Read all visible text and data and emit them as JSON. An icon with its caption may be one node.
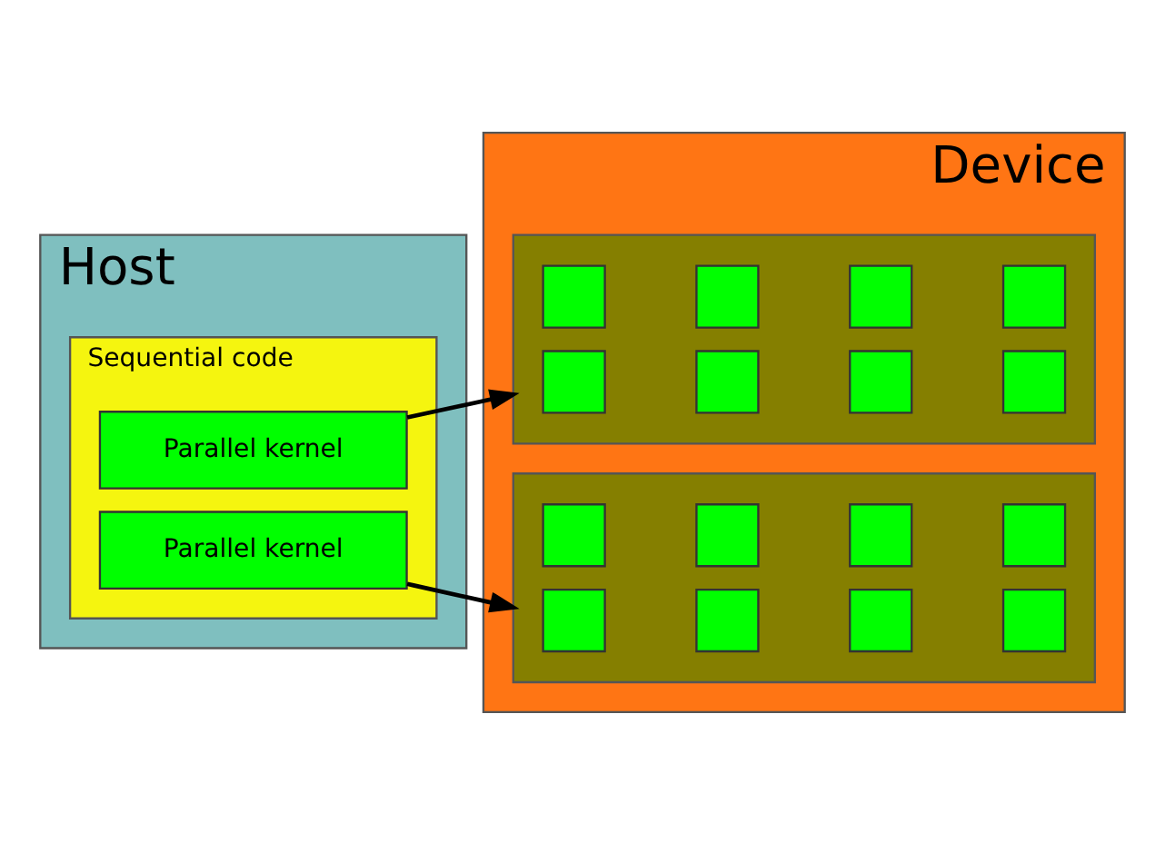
{
  "diagram": {
    "nodes": [
      {
        "text": [
          "Host"
        ]
      },
      {
        "text": [
          "Sequential code"
        ],
        "in": 0
      },
      {
        "text": [
          "Parallel kernel"
        ],
        "in": 1
      },
      {
        "text": [
          "Parallel kernel"
        ],
        "in": 1
      },
      {
        "text": [
          "Device"
        ]
      },
      {
        "text": [],
        "shape": "box",
        "in": 4
      },
      {
        "text": [],
        "shape": "box",
        "in": 5
      },
      {
        "text": [],
        "shape": "box",
        "in": 5
      },
      {
        "text": [],
        "shape": "box",
        "in": 5
      },
      {
        "text": [],
        "shape": "box",
        "in": 5
      },
      {
        "text": [],
        "shape": "box",
        "in": 5
      },
      {
        "text": [],
        "shape": "box",
        "in": 5
      },
      {
        "text": [],
        "shape": "box",
        "in": 5
      },
      {
        "text": [],
        "shape": "box",
        "in": 5
      },
      {
        "text": [],
        "shape": "box",
        "in": 4
      },
      {
        "text": [],
        "shape": "box",
        "in": 14
      },
      {
        "text": [],
        "shape": "box",
        "in": 14
      },
      {
        "text": [],
        "shape": "box",
        "in": 14
      },
      {
        "text": [],
        "shape": "box",
        "in": 14
      },
      {
        "text": [],
        "shape": "box",
        "in": 14
      },
      {
        "text": [],
        "shape": "box",
        "in": 14
      },
      {
        "text": [],
        "shape": "box",
        "in": 14
      },
      {
        "text": [],
        "shape": "box",
        "in": 14
      }
    ],
    "edges": [
      {
        "from": 2,
        "to": 5,
        "arrow": "to"
      },
      {
        "from": 3,
        "to": 14,
        "arrow": "to"
      }
    ]
  }
}
